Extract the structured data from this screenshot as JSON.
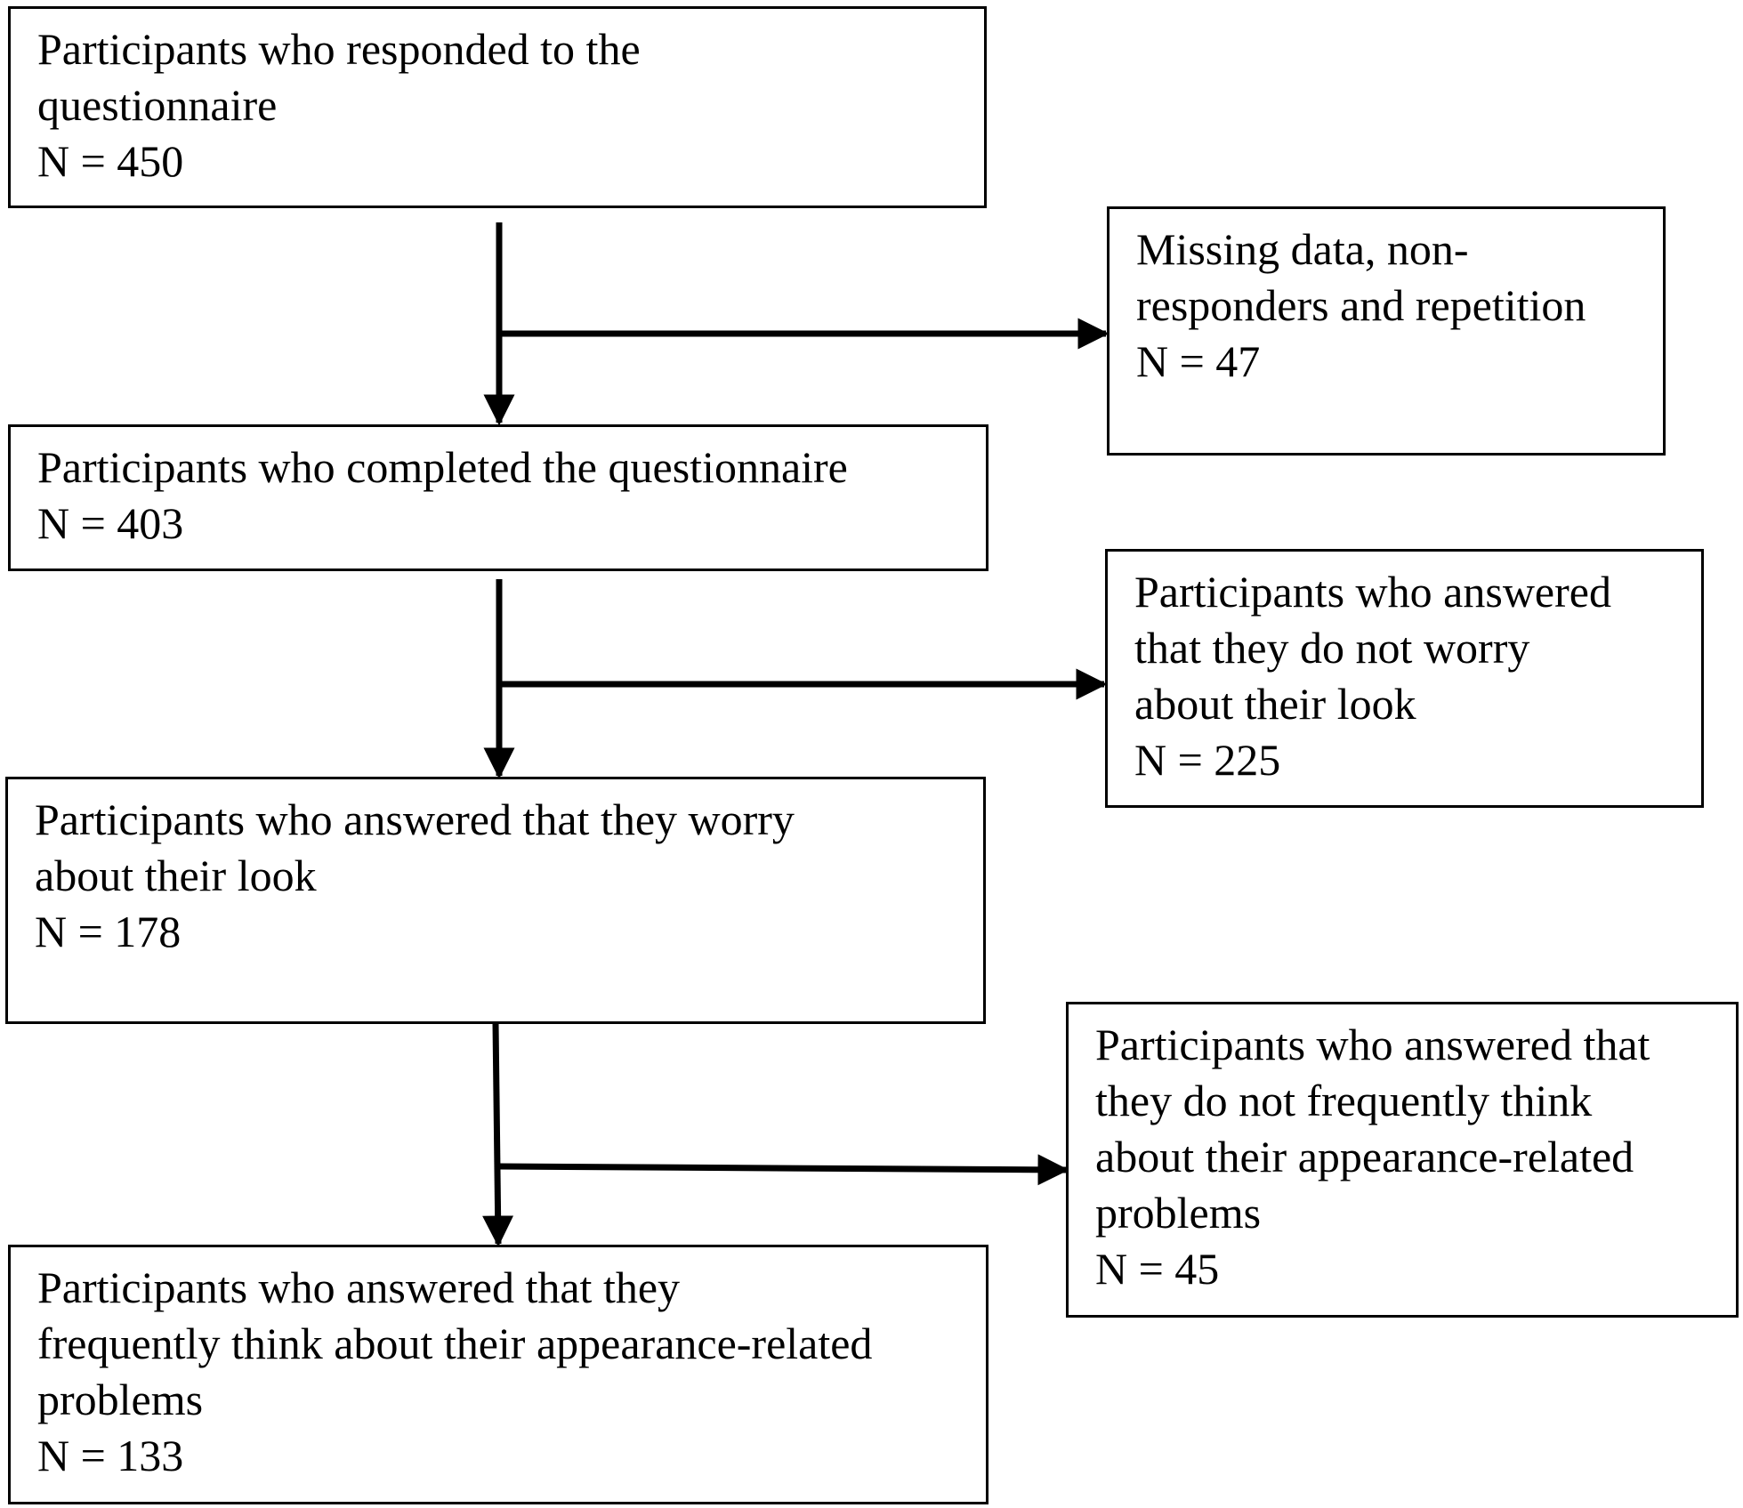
{
  "boxes": {
    "responded": {
      "lines": [
        "Participants who responded to the",
        "questionnaire",
        "N = 450"
      ]
    },
    "missing": {
      "lines": [
        "Missing data, non-",
        "responders and repetition",
        "N = 47"
      ]
    },
    "completed": {
      "lines": [
        "Participants who completed the questionnaire",
        "N = 403"
      ]
    },
    "no_worry": {
      "lines": [
        "Participants who answered",
        "that they do not worry",
        "about their look",
        "N = 225"
      ]
    },
    "worry": {
      "lines": [
        "Participants who answered that they worry",
        "about their look",
        "N = 178"
      ]
    },
    "not_frequent": {
      "lines": [
        "Participants who answered that",
        "they do not frequently think",
        "about their appearance-related",
        "problems",
        "N = 45"
      ]
    },
    "frequent": {
      "lines": [
        "Participants who answered that they",
        "frequently think about their appearance-related",
        "problems",
        "N = 133"
      ]
    }
  },
  "colors": {
    "stroke": "#000000",
    "background": "#ffffff"
  }
}
